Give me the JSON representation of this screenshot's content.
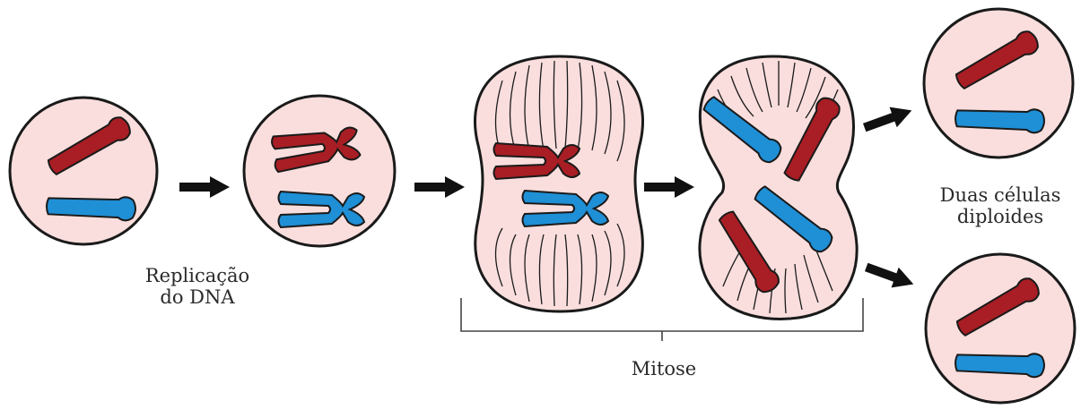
{
  "labels": {
    "replication_line1": "Replicação",
    "replication_line2": "do DNA",
    "mitosis": "Mitose",
    "result_line1": "Duas células",
    "result_line2": "diploides"
  },
  "colors": {
    "cell_fill": "#f9dedd",
    "outline": "#1a1a1a",
    "red_chromosome": "#a81e24",
    "blue_chromosome": "#1f8fd6",
    "arrow": "#111111"
  }
}
